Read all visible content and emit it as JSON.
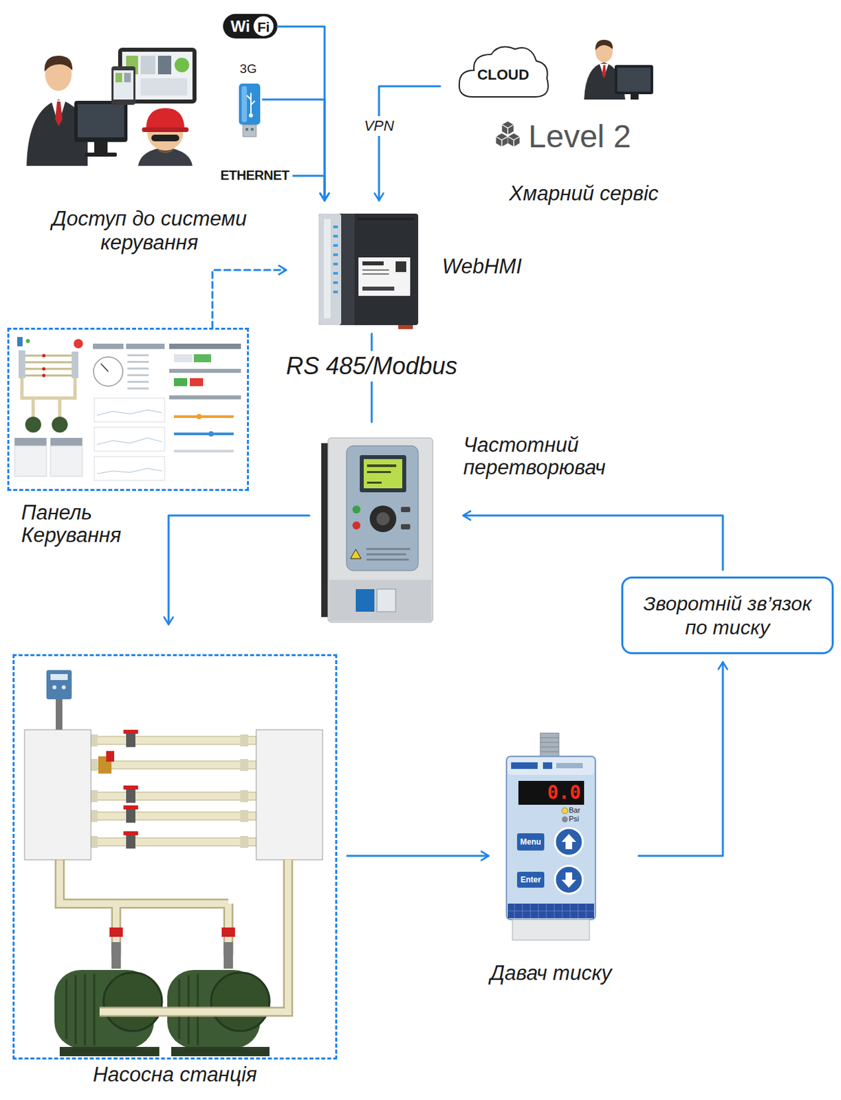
{
  "diagram": {
    "nodes": [
      {
        "text": [
          "Wi",
          "Fi"
        ]
      },
      {
        "text": [
          "3G"
        ]
      },
      {
        "text": [
          "ETHERNET"
        ]
      },
      {
        "text": [
          "Доступ до системи керування"
        ]
      },
      {
        "text": [
          "CLOUD"
        ]
      },
      {
        "text": [
          "Level 2",
          "Хмарний сервіс"
        ]
      },
      {
        "text": [
          "WebHMI"
        ]
      },
      {
        "text": [
          "Панель Керування"
        ]
      },
      {
        "text": [
          "Частотний перетворювач"
        ]
      },
      {
        "text": [
          "Насосна станція"
        ]
      },
      {
        "text": [
          "0.0",
          "Bar",
          "Psi",
          "Menu",
          "Enter",
          "Давач тиску"
        ]
      },
      {
        "text": [
          "Зворотній зв’язок по тиску"
        ]
      }
    ],
    "edges": [
      {
        "from": 0,
        "to": 6,
        "arrow": "to"
      },
      {
        "from": 1,
        "to": 6,
        "arrow": "to"
      },
      {
        "from": 2,
        "to": 6,
        "arrow": "to"
      },
      {
        "from": 4,
        "to": 6,
        "label": "VPN",
        "arrow": "to"
      },
      {
        "from": 7,
        "to": 6,
        "arrow": "to"
      },
      {
        "from": 6,
        "to": 8,
        "label": "RS 485/Modbus",
        "arrow": "none"
      },
      {
        "from": 8,
        "to": 9,
        "arrow": "to"
      },
      {
        "from": 9,
        "to": 10,
        "arrow": "to"
      },
      {
        "from": 10,
        "to": 11,
        "arrow": "to"
      },
      {
        "from": 11,
        "to": 8,
        "arrow": "to"
      }
    ]
  }
}
